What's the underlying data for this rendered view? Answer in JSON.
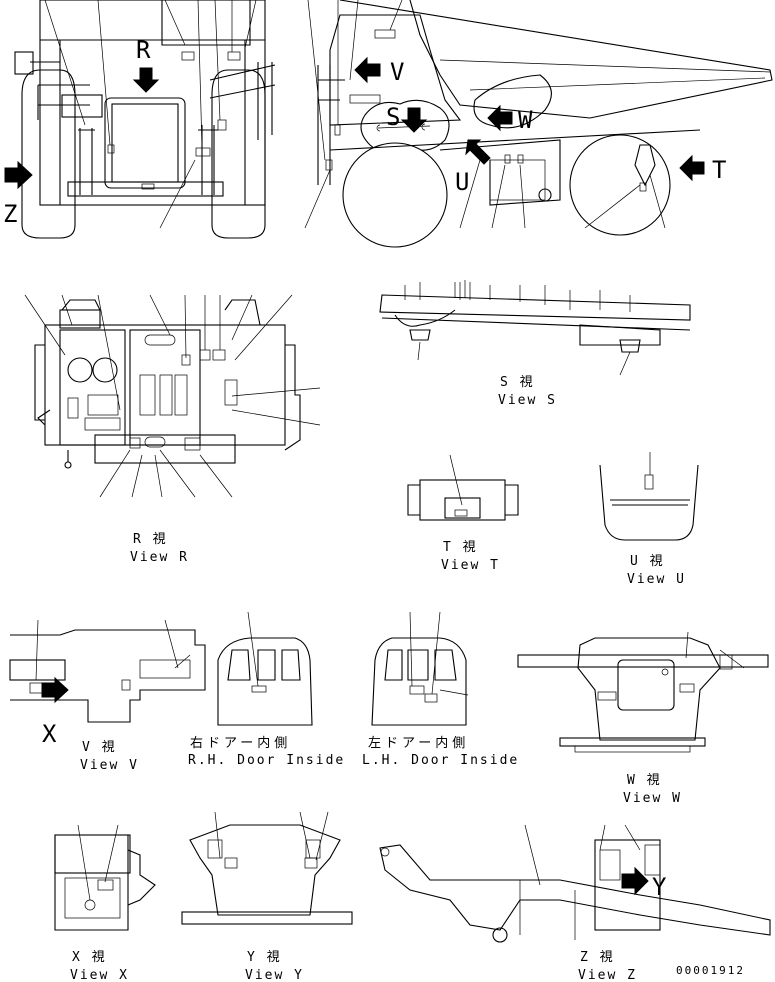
{
  "markers": {
    "R": "R",
    "V": "V",
    "S": "S",
    "W": "W",
    "T": "T",
    "U": "U",
    "Z": "Z",
    "X": "X",
    "Y": "Y"
  },
  "views": {
    "s_jp": "S 視",
    "s_en": "View S",
    "r_jp": "R 視",
    "r_en": "View R",
    "t_jp": "T 視",
    "t_en": "View T",
    "u_jp": "U 視",
    "u_en": "View U",
    "v_jp": "V 視",
    "v_en": "View V",
    "rh_jp": "右ドアー内側",
    "rh_en": "R.H. Door Inside",
    "lh_jp": "左ドアー内側",
    "lh_en": "L.H. Door Inside",
    "w_jp": "W 視",
    "w_en": "View W",
    "x_jp": "X 視",
    "x_en": "View X",
    "y_jp": "Y 視",
    "y_en": "View Y",
    "z_jp": "Z 視",
    "z_en": "View Z"
  },
  "drawing_number": "00001912",
  "icons": [
    "view-arrow-icon"
  ]
}
